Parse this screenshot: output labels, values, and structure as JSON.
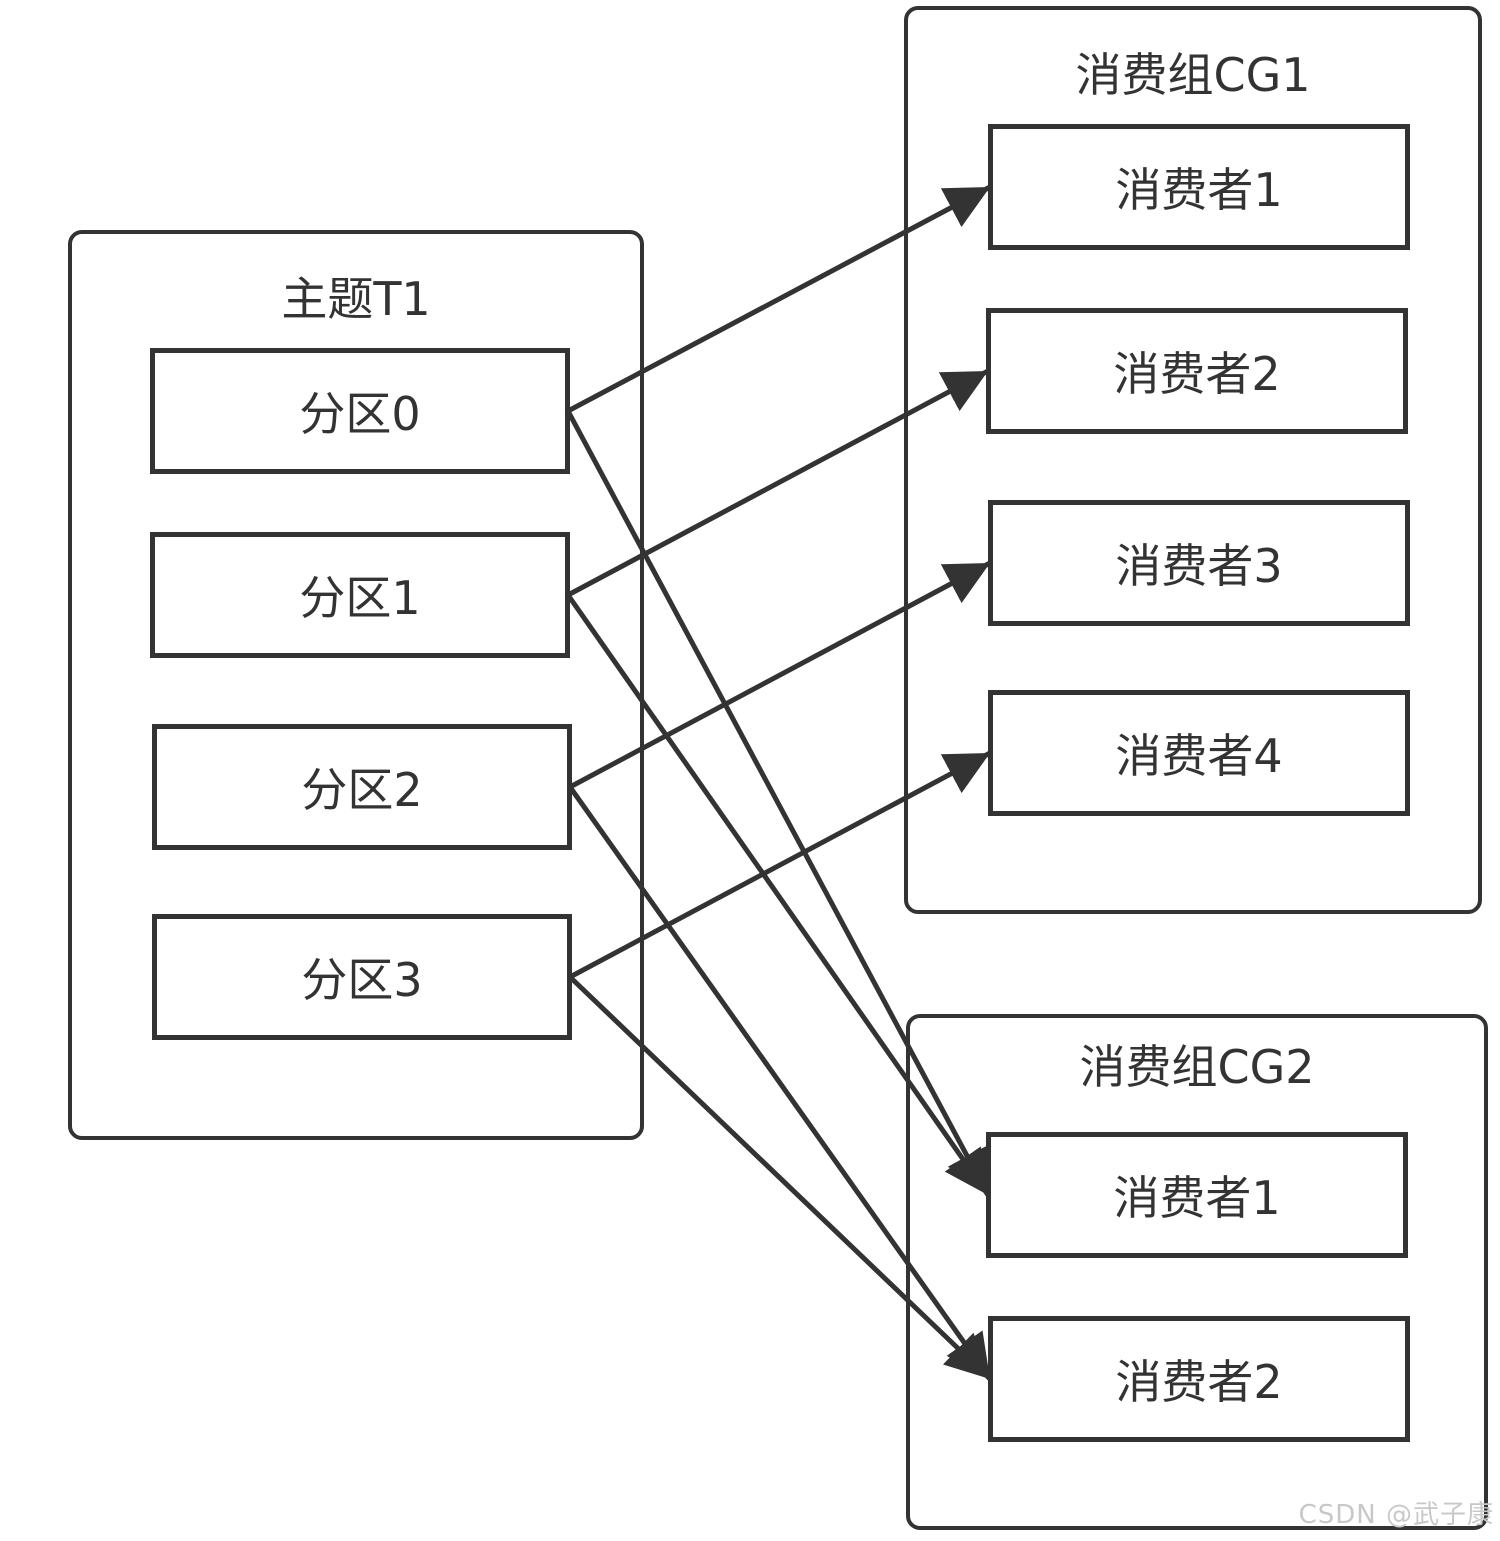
{
  "topic": {
    "title": "主题T1",
    "partitions": [
      "分区0",
      "分区1",
      "分区2",
      "分区3"
    ]
  },
  "cg1": {
    "title": "消费组CG1",
    "consumers": [
      "消费者1",
      "消费者2",
      "消费者3",
      "消费者4"
    ]
  },
  "cg2": {
    "title": "消费组CG2",
    "consumers": [
      "消费者1",
      "消费者2"
    ]
  },
  "edges": [
    {
      "from": "p0",
      "to": "cg1c1"
    },
    {
      "from": "p1",
      "to": "cg1c2"
    },
    {
      "from": "p2",
      "to": "cg1c3"
    },
    {
      "from": "p3",
      "to": "cg1c4"
    },
    {
      "from": "p0",
      "to": "cg2c1"
    },
    {
      "from": "p1",
      "to": "cg2c1"
    },
    {
      "from": "p2",
      "to": "cg2c2"
    },
    {
      "from": "p3",
      "to": "cg2c2"
    }
  ],
  "colors": {
    "stroke": "#333333",
    "background": "#ffffff",
    "watermark": "#c8c8c8"
  },
  "watermark": "CSDN @武子康"
}
